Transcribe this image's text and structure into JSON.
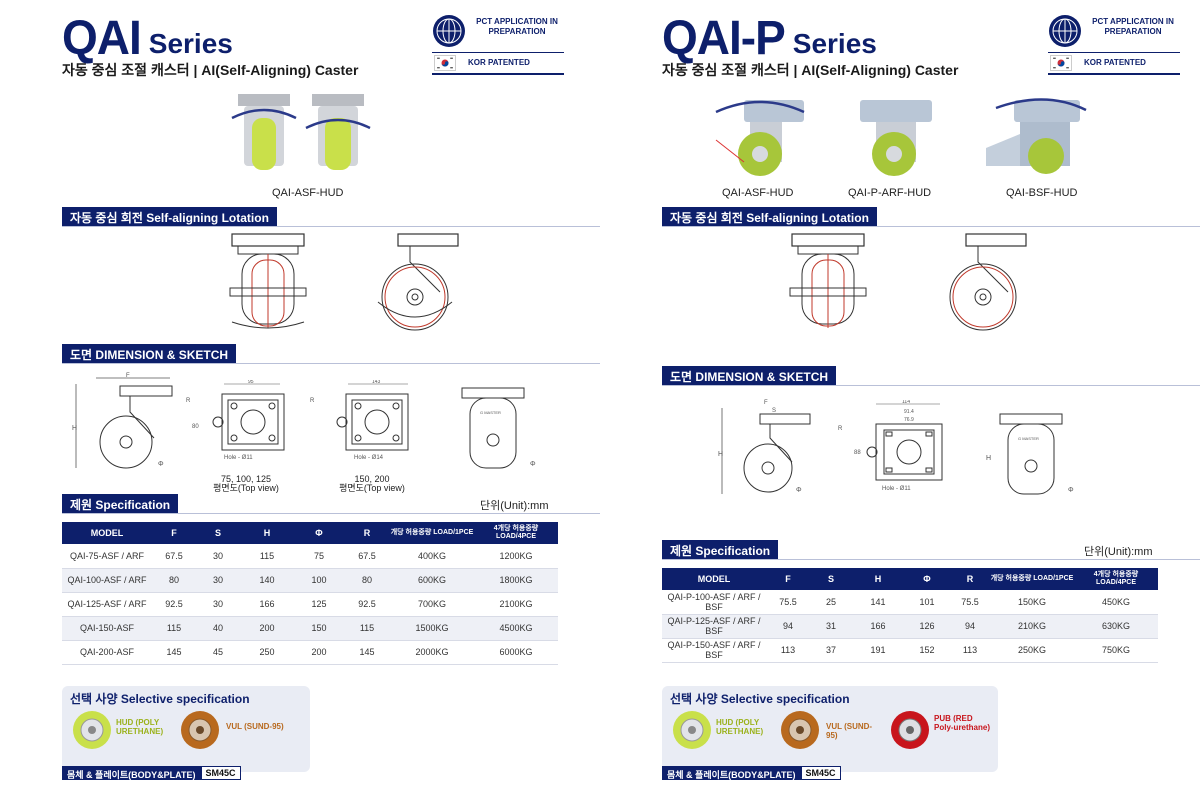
{
  "colors": {
    "navy": "#0d1f6b",
    "hud": "#c9e04a",
    "vul": "#b8691e",
    "pub": "#c8151c"
  },
  "left": {
    "series_main": "QAI",
    "series_sub": "Series",
    "subtitle": "자동 중심 조절 캐스터 | AI(Self-Aligning) Caster",
    "pct_text": "PCT APPLICATION IN PREPARATION",
    "kor_text": "KOR PATENTED",
    "product_labels": [
      "QAI-ASF-HUD"
    ],
    "sec_rotation": "자동 중심 회전 Self-aligning Lotation",
    "sec_dimension": "도면 DIMENSION & SKETCH",
    "sketch_caption1a": "75, 100, 125",
    "sketch_caption1b": "평면도(Top view)",
    "sketch_caption2a": "150, 200",
    "sketch_caption2b": "평면도(Top view)",
    "hole1": "Hole - Ø11",
    "hole2": "Hole - Ø14",
    "sec_spec": "제원 Specification",
    "unit": "단위(Unit):mm",
    "headers": [
      "MODEL",
      "F",
      "S",
      "H",
      "Φ",
      "R",
      "개당 허용중량 LOAD/1PCE",
      "4개당 허용중량 LOAD/4PCE"
    ],
    "rows": [
      [
        "QAI-75-ASF / ARF",
        "67.5",
        "30",
        "115",
        "75",
        "67.5",
        "400KG",
        "1200KG"
      ],
      [
        "QAI-100-ASF / ARF",
        "80",
        "30",
        "140",
        "100",
        "80",
        "600KG",
        "1800KG"
      ],
      [
        "QAI-125-ASF / ARF",
        "92.5",
        "30",
        "166",
        "125",
        "92.5",
        "700KG",
        "2100KG"
      ],
      [
        "QAI-150-ASF",
        "115",
        "40",
        "200",
        "150",
        "115",
        "1500KG",
        "4500KG"
      ],
      [
        "QAI-200-ASF",
        "145",
        "45",
        "250",
        "200",
        "145",
        "2000KG",
        "6000KG"
      ]
    ],
    "sec_selective": "선택 사양 Selective specification",
    "opt_hud": "HUD (POLY URETHANE)",
    "opt_vul": "VUL (SUND-95)",
    "body_plate": "몸체 & 플레이트(BODY&PLATE)",
    "body_plate_val": "SM45C"
  },
  "right": {
    "series_main": "QAI-P",
    "series_sub": "Series",
    "subtitle": "자동 중심 조절 캐스터 | AI(Self-Aligning) Caster",
    "pct_text": "PCT APPLICATION IN PREPARATION",
    "kor_text": "KOR PATENTED",
    "product_labels": [
      "QAI-ASF-HUD",
      "QAI-P-ARF-HUD",
      "QAI-BSF-HUD"
    ],
    "sec_rotation": "자동 중심 회전 Self-aligning Lotation",
    "sec_dimension": "도면 DIMENSION & SKETCH",
    "hole": "Hole - Ø11",
    "sec_spec": "제원 Specification",
    "unit": "단위(Unit):mm",
    "headers": [
      "MODEL",
      "F",
      "S",
      "H",
      "Φ",
      "R",
      "개당 허용중량 LOAD/1PCE",
      "4개당 허용중량 LOAD/4PCE"
    ],
    "rows": [
      [
        "QAI-P-100-ASF / ARF / BSF",
        "75.5",
        "25",
        "141",
        "101",
        "75.5",
        "150KG",
        "450KG"
      ],
      [
        "QAI-P-125-ASF / ARF / BSF",
        "94",
        "31",
        "166",
        "126",
        "94",
        "210KG",
        "630KG"
      ],
      [
        "QAI-P-150-ASF / ARF / BSF",
        "113",
        "37",
        "191",
        "152",
        "113",
        "250KG",
        "750KG"
      ]
    ],
    "sec_selective": "선택 사양 Selective specification",
    "opt_hud": "HUD (POLY URETHANE)",
    "opt_vul": "VUL (SUND-95)",
    "opt_pub": "PUB (RED Poly-urethane)",
    "body_plate": "몸체 & 플레이트(BODY&PLATE)",
    "body_plate_val": "SM45C"
  }
}
